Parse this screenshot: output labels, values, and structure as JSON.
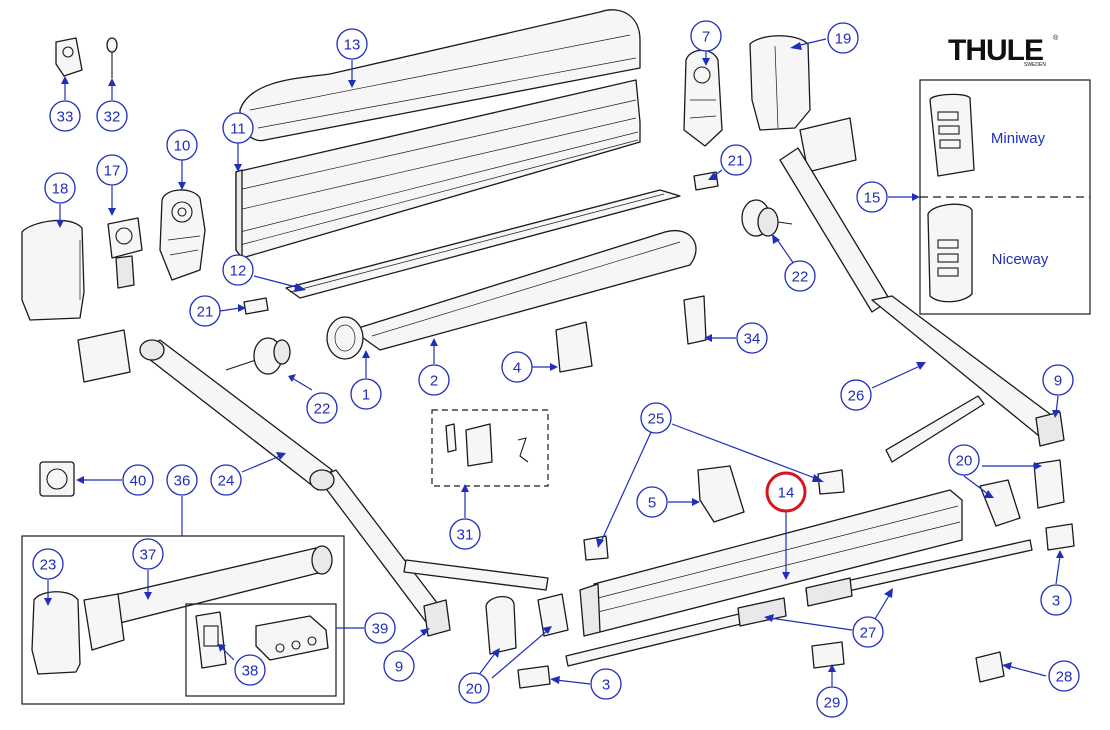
{
  "brand": {
    "name": "THULE",
    "sub": "SWEDEN",
    "registered": "®"
  },
  "remotes": {
    "top_label": "Miniway",
    "bottom_label": "Niceway"
  },
  "highlight_color": "#d9141c",
  "callout_color": "#1f2fb8",
  "callouts": [
    {
      "id": "c13",
      "text": "13"
    },
    {
      "id": "c11",
      "text": "11"
    },
    {
      "id": "c12",
      "text": "12"
    },
    {
      "id": "c10",
      "text": "10"
    },
    {
      "id": "c17",
      "text": "17"
    },
    {
      "id": "c18",
      "text": "18"
    },
    {
      "id": "c33",
      "text": "33"
    },
    {
      "id": "c32",
      "text": "32"
    },
    {
      "id": "c7",
      "text": "7"
    },
    {
      "id": "c19",
      "text": "19"
    },
    {
      "id": "c21a",
      "text": "21"
    },
    {
      "id": "c21b",
      "text": "21"
    },
    {
      "id": "c15",
      "text": "15"
    },
    {
      "id": "c22a",
      "text": "22"
    },
    {
      "id": "c22b",
      "text": "22"
    },
    {
      "id": "c1",
      "text": "1"
    },
    {
      "id": "c2",
      "text": "2"
    },
    {
      "id": "c4",
      "text": "4"
    },
    {
      "id": "c34",
      "text": "34"
    },
    {
      "id": "c26",
      "text": "26"
    },
    {
      "id": "c9a",
      "text": "9"
    },
    {
      "id": "c9b",
      "text": "9"
    },
    {
      "id": "c24",
      "text": "24"
    },
    {
      "id": "c31",
      "text": "31"
    },
    {
      "id": "c25",
      "text": "25"
    },
    {
      "id": "c5",
      "text": "5"
    },
    {
      "id": "c14",
      "text": "14"
    },
    {
      "id": "c20a",
      "text": "20"
    },
    {
      "id": "c20b",
      "text": "20"
    },
    {
      "id": "c40",
      "text": "40"
    },
    {
      "id": "c36",
      "text": "36"
    },
    {
      "id": "c37",
      "text": "37"
    },
    {
      "id": "c23",
      "text": "23"
    },
    {
      "id": "c38",
      "text": "38"
    },
    {
      "id": "c39",
      "text": "39"
    },
    {
      "id": "c3a",
      "text": "3"
    },
    {
      "id": "c3b",
      "text": "3"
    },
    {
      "id": "c27",
      "text": "27"
    },
    {
      "id": "c28",
      "text": "28"
    },
    {
      "id": "c29",
      "text": "29"
    }
  ]
}
